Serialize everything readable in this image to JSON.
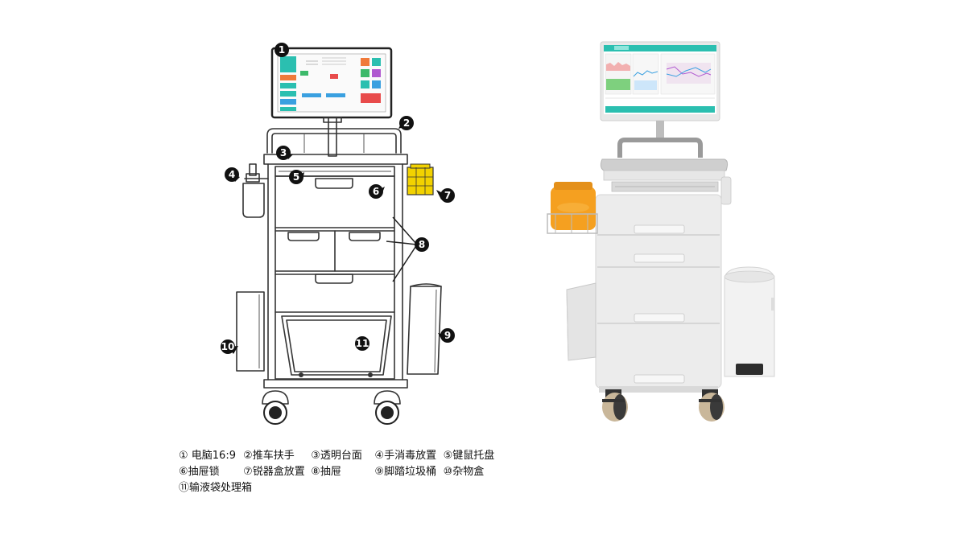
{
  "callouts": [
    "1",
    "2",
    "3",
    "4",
    "5",
    "6",
    "7",
    "8",
    "9",
    "10",
    "11"
  ],
  "legend": {
    "rows": [
      [
        "① 电脑16:9",
        "②推车扶手",
        "③透明台面",
        "④手消毒放置",
        "⑤键鼠托盘"
      ],
      [
        "⑥抽屉锁",
        "⑦锐器盒放置",
        "⑧抽屉",
        "⑨脚踏垃圾桶",
        "⑩杂物盒"
      ],
      [
        "⑪输液袋处理箱"
      ]
    ]
  },
  "colors": {
    "outline": "#333333",
    "screen_teal": "#2bbfb0",
    "sharps_yellow": "#f2c200",
    "sharps_orange": "#f5a020",
    "cart_body": "#ececec",
    "cart_shadow": "#d7d7d7",
    "wheel_dark": "#3a3a3a",
    "wheel_beige": "#c9b79a"
  },
  "icons": [
    "monitor-icon",
    "wheel-icon",
    "bottle-icon",
    "bin-icon",
    "sharps-box-icon"
  ]
}
